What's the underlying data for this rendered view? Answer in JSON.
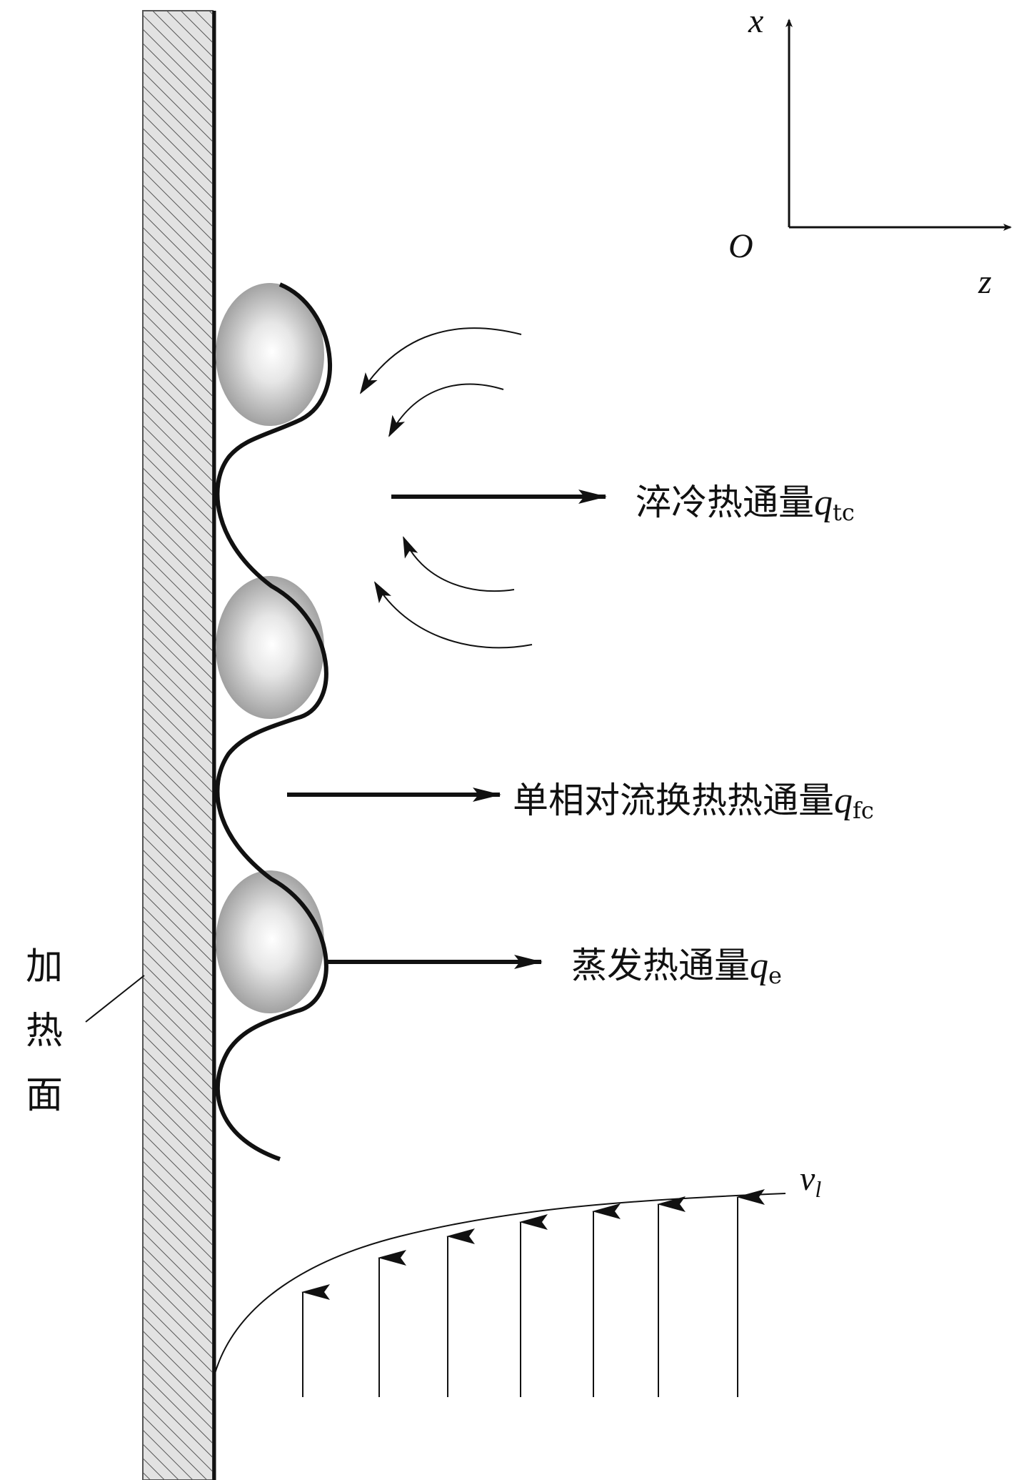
{
  "axes": {
    "x": "x",
    "origin": "O",
    "z": "z"
  },
  "wall_label": [
    "加",
    "热",
    "面"
  ],
  "fluxes": {
    "quench": {
      "text": "淬冷热通量",
      "symbol": "q",
      "sub": "tc"
    },
    "convection": {
      "text": "单相对流换热热通量",
      "symbol": "q",
      "sub": "fc"
    },
    "evaporation": {
      "text": "蒸发热通量",
      "symbol": "q",
      "sub": "e"
    }
  },
  "velocity": {
    "symbol": "v",
    "sub": "l"
  },
  "colors": {
    "ink": "#111111",
    "wall_fill": "#d8d8d8",
    "bubble_light": "#ffffff",
    "bubble_dark": "#8c8c8c"
  }
}
